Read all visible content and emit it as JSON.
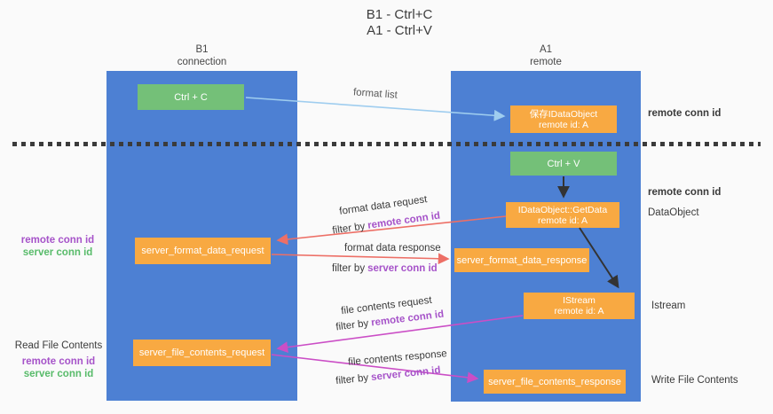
{
  "title": {
    "line1": "B1 - Ctrl+C",
    "line2": "A1 - Ctrl+V"
  },
  "columns": {
    "left": {
      "name": "B1",
      "role": "connection"
    },
    "right": {
      "name": "A1",
      "role": "remote"
    }
  },
  "nodes": {
    "ctrl_c": "Ctrl + C",
    "ctrl_v": "Ctrl + V",
    "save_idataobject": {
      "line1": "保存IDataObject",
      "line2": "remote id: A"
    },
    "getdata": {
      "line1": "IDataObject::GetData",
      "line2": "remote id: A"
    },
    "istream": {
      "line1": "IStream",
      "line2": "remote id: A"
    },
    "format_request": "server_format_data_request",
    "format_response": "server_format_data_response",
    "file_request": "server_file_contents_request",
    "file_response": "server_file_contents_response"
  },
  "labels": {
    "format_list": "format list",
    "format_data_request": "format data request",
    "format_data_response": "format data response",
    "file_contents_request": "file contents request",
    "file_contents_response": "file contents response",
    "filter_by": "filter by",
    "remote_conn_id": "remote conn id",
    "server_conn_id": "server conn id",
    "dataobject": "DataObject",
    "istream": "Istream",
    "read_file_contents": "Read File Contents",
    "write_file_contents": "Write File Contents"
  },
  "colors": {
    "column_blue": "#4d80d3",
    "box_green": "#74c078",
    "box_orange": "#f8a942",
    "arrow_lightblue": "#9fcdef",
    "arrow_red": "#ed6f66",
    "arrow_magenta": "#cb4ec6",
    "arrow_black": "#333333",
    "text_purple": "#a653c9",
    "text_green": "#58bb6a",
    "dash_line": "#3b3b3b"
  }
}
